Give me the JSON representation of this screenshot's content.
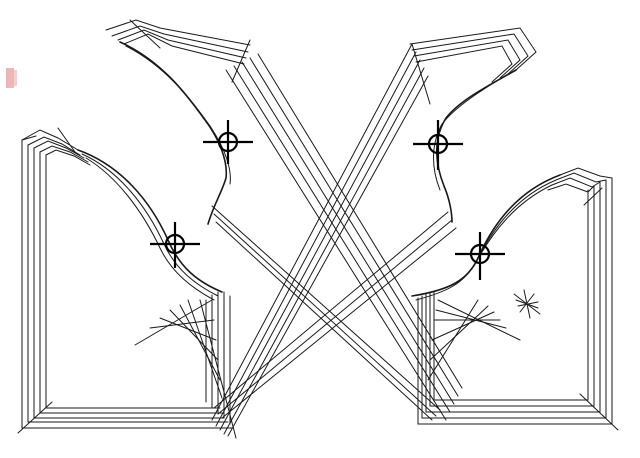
{
  "figure": {
    "kind": "pattern-grading-nest",
    "text_labels": [],
    "line_color": "#1a1a1a",
    "background": "#ffffff",
    "marker_color": "#000000",
    "accent_tab_color": "#e6a6a6"
  },
  "pieces": [
    {
      "id": "left-front-panel",
      "side": "left"
    },
    {
      "id": "right-front-panel",
      "side": "right"
    }
  ],
  "grade_lines_per_edge": 5,
  "registration_markers": [
    "top-left",
    "mid-left",
    "top-right",
    "mid-right"
  ],
  "icons": [
    "crosshair-icon",
    "small-cross-icon"
  ]
}
